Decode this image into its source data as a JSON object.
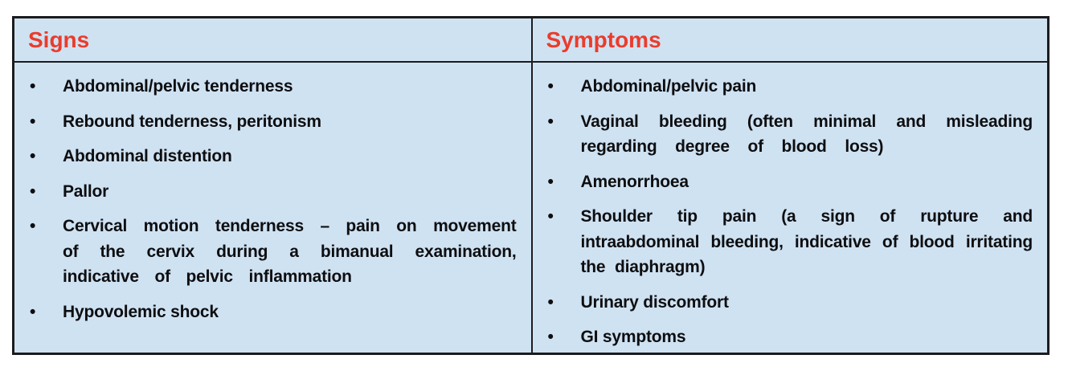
{
  "table": {
    "columns": [
      {
        "header": "Signs",
        "items": [
          "Abdominal/pelvic tenderness",
          "Rebound tenderness, peritonism",
          "Abdominal distention",
          "Pallor",
          "Cervical motion tenderness – pain on movement of the cervix during a bimanual examination, indicative of pelvic inflammation",
          "Hypovolemic shock"
        ]
      },
      {
        "header": "Symptoms",
        "items": [
          "Abdominal/pelvic pain",
          "Vaginal bleeding (often minimal and misleading regarding degree of blood loss)",
          "Amenorrhoea",
          "Shoulder tip pain (a sign of rupture and intraabdominal bleeding, indicative of blood irritating the diaphragm)",
          "Urinary discomfort",
          "GI symptoms"
        ]
      }
    ]
  },
  "colors": {
    "header_text": "#EA3C2C",
    "body_text": "#0E0E10",
    "cell_background": "#CFE2F2",
    "border": "#1C1C1E",
    "page_background": "#FFFFFF"
  }
}
